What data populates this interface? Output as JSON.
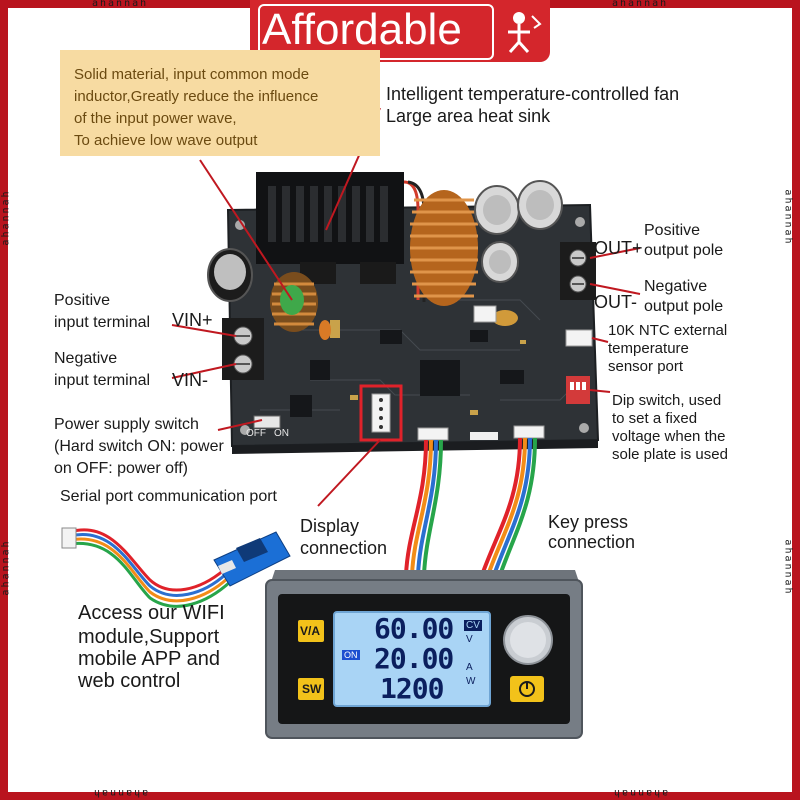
{
  "banner": {
    "title": "Affordable"
  },
  "watermark": {
    "text": "ahannah"
  },
  "note": {
    "lines": [
      "Solid material, input common mode",
      "inductor,Greatly reduce the influence",
      "of the input power wave,",
      "To achieve low wave output"
    ]
  },
  "fan": {
    "line1": "Intelligent temperature-controlled fan",
    "line2": "Large area heat sink"
  },
  "out_plus": {
    "tag": "OUT+",
    "line1": "Positive",
    "line2": "output pole"
  },
  "out_minus": {
    "tag": "OUT-",
    "line1": "Negative",
    "line2": "output pole"
  },
  "ntc": {
    "line1": "10K NTC external",
    "line2": "temperature",
    "line3": "sensor port"
  },
  "dip": {
    "line1": "Dip switch, used",
    "line2": "to set a fixed",
    "line3": "voltage when the",
    "line4": "sole plate is used"
  },
  "vin_plus": {
    "line1": "Positive",
    "line2": "input terminal",
    "tag": "VIN+"
  },
  "vin_minus": {
    "line1": "Negative",
    "line2": "input terminal",
    "tag": "VIN-"
  },
  "power_switch": {
    "line1": "Power supply switch",
    "line2": "(Hard switch ON: power",
    "line3": "on OFF: power off)"
  },
  "serial": {
    "label": "Serial port communication port"
  },
  "display_conn": {
    "line1": "Display",
    "line2": "connection"
  },
  "key_conn": {
    "line1": "Key press",
    "line2": "connection"
  },
  "wifi": {
    "line1": "Access our WIFI",
    "line2": "module,Support",
    "line3": "mobile APP and",
    "line4": "web control"
  },
  "board_marks": {
    "off": "OFF",
    "on": "ON"
  },
  "lcd": {
    "voltage": "60.00",
    "current": "20.00",
    "power": "1200",
    "mode": "CV",
    "unit_v": "V",
    "unit_a": "A",
    "unit_w": "W",
    "state": "ON"
  },
  "buttons": {
    "va": "V/A",
    "sw": "SW"
  },
  "colors": {
    "frame": "#b9141e",
    "banner": "#d4262c",
    "note_bg": "#f7dba2",
    "note_text": "#6b4a10",
    "pcb": "#2e3236",
    "lcd_bg": "#a9d4f5",
    "lcd_text": "#0b1f5e",
    "button_yellow": "#f2c21a"
  }
}
